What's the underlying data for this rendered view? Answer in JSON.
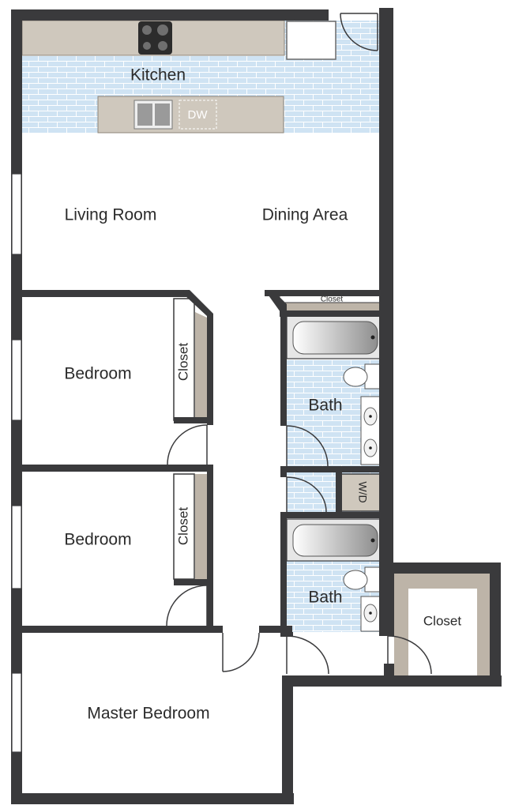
{
  "rooms": {
    "kitchen": "Kitchen",
    "living_room": "Living Room",
    "dining_area": "Dining Area",
    "bedroom_1": "Bedroom",
    "bedroom_2": "Bedroom",
    "master_bedroom": "Master Bedroom",
    "bath_1": "Bath",
    "bath_2": "Bath",
    "closet_hall": "Closet",
    "closet_bed1": "Closet",
    "closet_bed2": "Closet",
    "closet_master": "Closet"
  },
  "appliances": {
    "dishwasher": "DW",
    "washer_dryer": "W/D"
  },
  "colors": {
    "wall": "#3a3a3c",
    "tile": "#cfe3f3",
    "counter": "#cfc8bd",
    "closet_shelf": "#bdb4a8"
  }
}
